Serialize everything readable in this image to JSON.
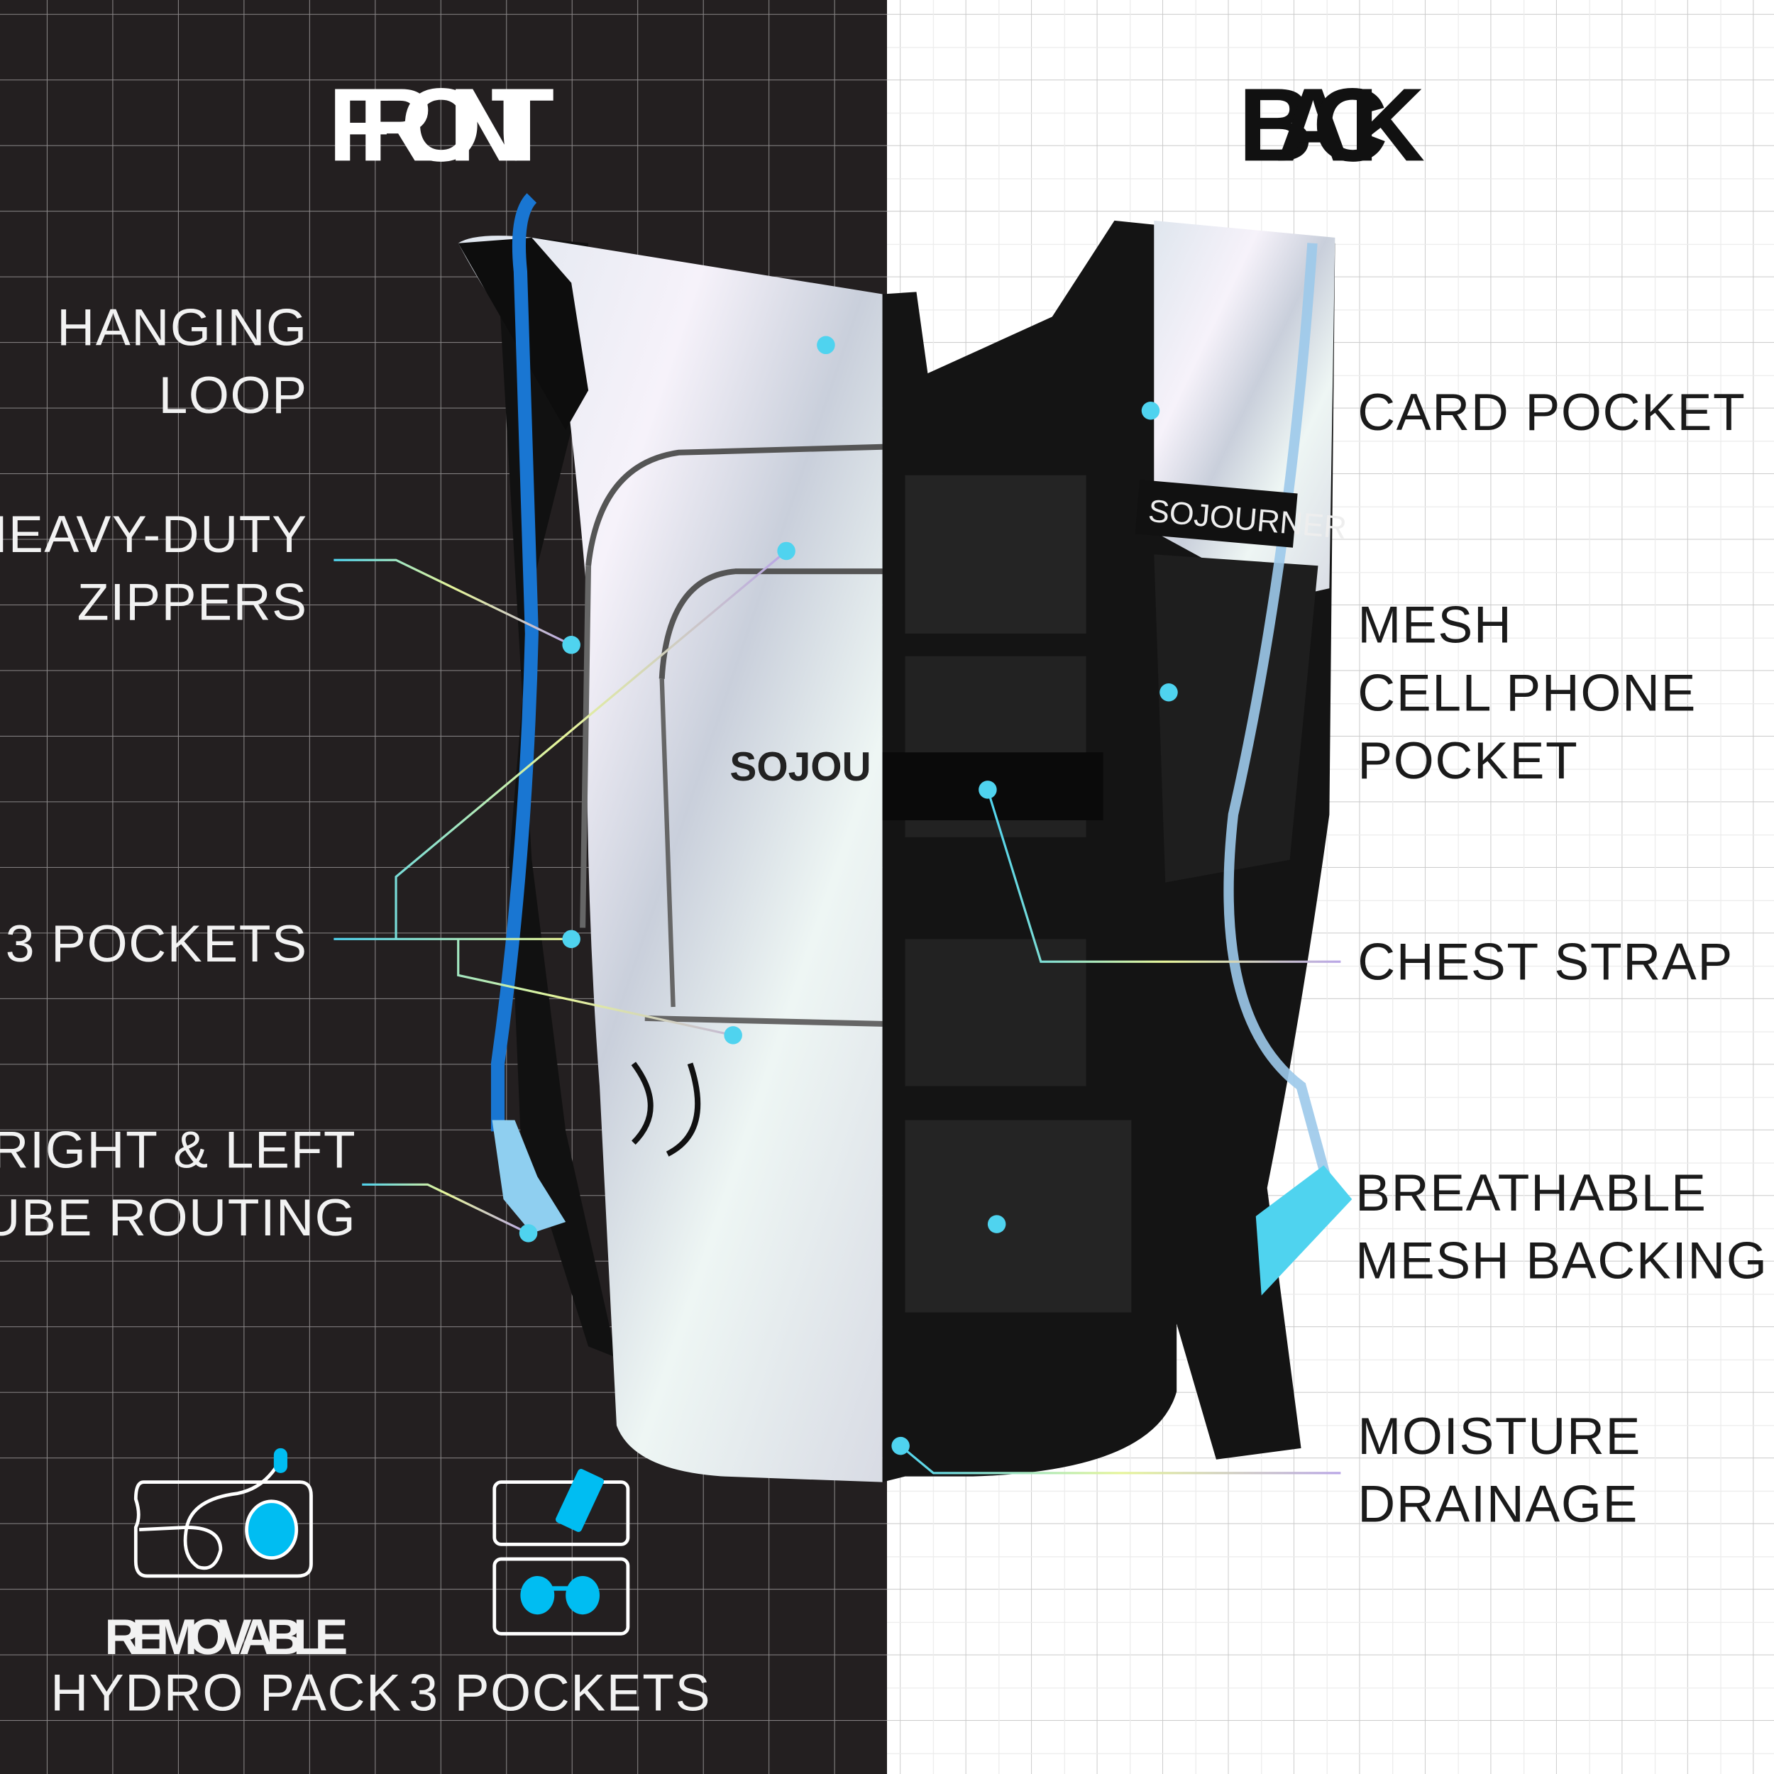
{
  "colors": {
    "dark_bg": "#231f20",
    "light_bg": "#ffffff",
    "accent": "#00bdf2",
    "grid_dark": "#8a8788",
    "grid_light": "#c9c9c9"
  },
  "front": {
    "title": "FRONT",
    "callouts": {
      "hanging_loop": [
        "HANGING",
        "LOOP"
      ],
      "zippers": [
        "HEAVY-DUTY",
        "ZIPPERS"
      ],
      "pockets": [
        "3 POCKETS"
      ],
      "tube_routing": [
        "RIGHT & LEFT",
        "TUBE ROUTING"
      ]
    },
    "brand_text": "SOJOU"
  },
  "back": {
    "title": "BACK",
    "callouts": {
      "card_pocket": [
        "CARD POCKET"
      ],
      "mesh_pocket": [
        "MESH",
        "CELL PHONE",
        "POCKET"
      ],
      "chest_strap": [
        "CHEST STRAP"
      ],
      "mesh_backing": [
        "BREATHABLE",
        "MESH BACKING"
      ],
      "drainage": [
        "MOISTURE",
        "DRAINAGE"
      ]
    },
    "brand_text": "SOJOURNER"
  },
  "features": [
    {
      "icon": "hydration-bladder-icon",
      "title": "REMOVABLE",
      "subtitle": "HYDRO PACK"
    },
    {
      "icon": "pockets-icon",
      "subtitle": "3 POCKETS"
    }
  ]
}
